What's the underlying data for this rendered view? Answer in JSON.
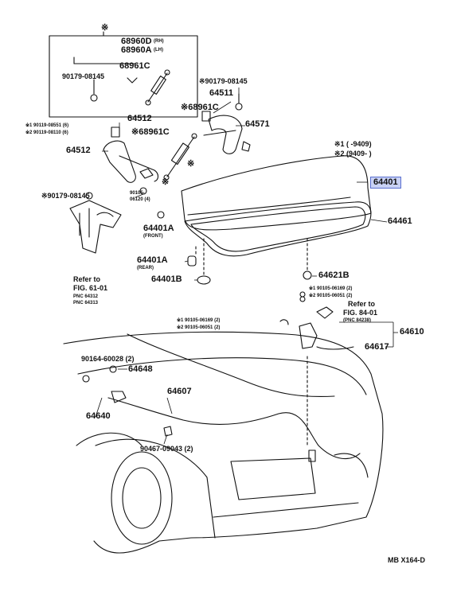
{
  "diagram": {
    "box_mark": "※",
    "box_part_a": "68960D",
    "box_part_a_side": "(RH)",
    "box_part_b": "68960A",
    "box_part_b_side": "(LH)",
    "box_part_c": "68961C",
    "box_part_d": "90179-08145",
    "p_90179_right": "※90179-08145",
    "p_64511": "64511",
    "p_68961c_right": "※68961C",
    "p_64571": "64571",
    "p_64512_top": "64512",
    "p_19011_a": "※1 90119-08551 (6)",
    "p_19011_b": "※2 90119-08110 (6)",
    "p_68961c_mid": "※68961C",
    "p_64512_left": "64512",
    "p_star_mid": "※",
    "p_star_low": "※",
    "p_90179_left": "※90179-08145",
    "p_90105_a": "90105-",
    "p_90105_b": "06120 (4)",
    "legend_1": "※1 (      -9409)",
    "legend_2": "※2 (9409-      )",
    "p_64401": "64401",
    "p_64461": "64461",
    "p_64401a_front": "64401A",
    "p_front": "(FRONT)",
    "p_64401a_rear": "64401A",
    "p_rear": "(REAR)",
    "p_64401b": "64401B",
    "refer_left_1": "Refer to",
    "refer_left_2": "FIG. 61-01",
    "refer_left_3": "PNC 64312",
    "refer_left_4": "PNC 64313",
    "p_64621b": "64621B",
    "p_90105_c": "※1 90105-06169 (2)",
    "p_90105_d": "※2 90105-06051 (2)",
    "refer_right_1": "Refer to",
    "refer_right_2": "FIG. 84-01",
    "refer_right_3": "(PNC 84238)",
    "p_90105_e": "※1 90105-06169 (2)",
    "p_90105_f": "※2 90105-06051 (2)",
    "p_64610": "64610",
    "p_64617": "64617",
    "p_90164": "90164-60028 (2)",
    "p_64648": "64648",
    "p_64607": "64607",
    "p_64640": "64640",
    "p_90467": "90467-09043 (2)",
    "footer_code": "MB  X164-D"
  }
}
